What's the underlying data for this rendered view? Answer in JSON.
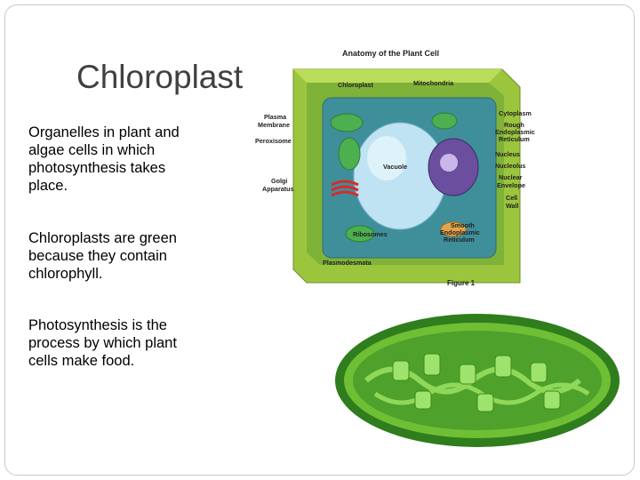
{
  "slide": {
    "title": "Chloroplast",
    "paragraphs": [
      "Organelles in plant and algae cells in which photosynthesis takes place.",
      "Chloroplasts are green because they contain chlorophyll.",
      "Photosynthesis is the process by which plant cells make food."
    ]
  },
  "cell_figure": {
    "heading": "Anatomy of the Plant Cell",
    "caption": "Figure 1",
    "labels": {
      "chloroplast": "Chloroplast",
      "mitochondria": "Mitochondria",
      "plasma_membrane_1": "Plasma",
      "plasma_membrane_2": "Membrane",
      "peroxisome": "Peroxisome",
      "golgi_1": "Golgi",
      "golgi_2": "Apparatus",
      "vacuole": "Vacuole",
      "ribosomes": "Ribosomes",
      "plasmodesmata": "Plasmodesmata",
      "cytoplasm": "Cytoplasm",
      "rough_er_1": "Rough",
      "rough_er_2": "Endoplasmic",
      "rough_er_3": "Reticulum",
      "nucleus": "Nucleus",
      "nucleolus": "Nucleolus",
      "nuclear_env_1": "Nuclear",
      "nuclear_env_2": "Envelope",
      "cell_wall_1": "Cell",
      "cell_wall_2": "Wall",
      "smooth_er_1": "Smooth",
      "smooth_er_2": "Endoplasmic",
      "smooth_er_3": "Reticulum"
    }
  },
  "colors": {
    "title": "#404040",
    "cell_wall": "#9bc53d",
    "cytoplasm": "#3f8f9b",
    "vacuole": "#bfe3f2",
    "chloroplast": "#4caf50"
  }
}
